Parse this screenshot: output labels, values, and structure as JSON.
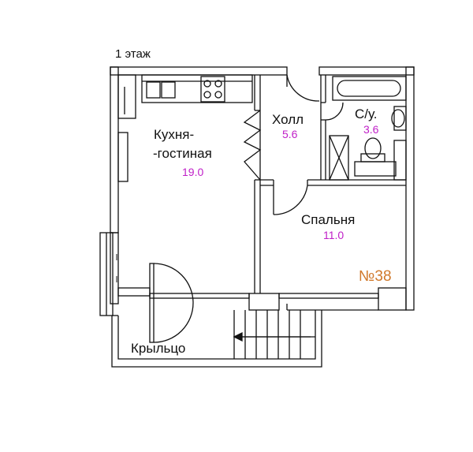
{
  "floor_label": "1 этаж",
  "apartment_number": "№38",
  "rooms": {
    "kitchen": {
      "name_line1": "Кухня-",
      "name_line2": "-гостиная",
      "area": "19.0"
    },
    "hall": {
      "name": "Холл",
      "area": "5.6"
    },
    "bathroom": {
      "name": "С/у.",
      "area": "3.6"
    },
    "bedroom": {
      "name": "Спальня",
      "area": "11.0"
    },
    "porch": {
      "name": "Крыльцо"
    }
  },
  "colors": {
    "area_text": "#c020c8",
    "apartment_number": "#d0782a",
    "walls": "#111111",
    "fixtures": "#333333"
  }
}
